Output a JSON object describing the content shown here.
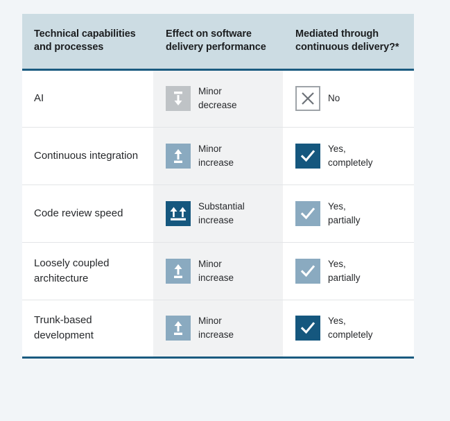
{
  "table": {
    "headers": [
      "Technical capabilities and processes",
      "Effect on software delivery performance",
      "Mediated through continuous delivery?*"
    ],
    "rows": [
      {
        "capability": "AI",
        "effect": {
          "label": "Minor\ndecrease",
          "icon": "arrow-down-decrease-icon",
          "style": "grey"
        },
        "mediated": {
          "label": "No",
          "icon": "cross-icon",
          "style": "outline"
        }
      },
      {
        "capability": "Continuous integration",
        "effect": {
          "label": "Minor\nincrease",
          "icon": "arrow-up-increase-icon",
          "style": "lightblue"
        },
        "mediated": {
          "label": "Yes,\ncompletely",
          "icon": "check-icon",
          "style": "check-dark"
        }
      },
      {
        "capability": "Code review speed",
        "effect": {
          "label": "Substantial\nincrease",
          "icon": "double-arrow-up-increase-icon",
          "style": "darkblue"
        },
        "mediated": {
          "label": "Yes,\npartially",
          "icon": "check-icon",
          "style": "check-light"
        }
      },
      {
        "capability": "Loosely coupled architecture",
        "effect": {
          "label": "Minor\nincrease",
          "icon": "arrow-up-increase-icon",
          "style": "lightblue"
        },
        "mediated": {
          "label": "Yes,\npartially",
          "icon": "check-icon",
          "style": "check-light"
        }
      },
      {
        "capability": "Trunk-based development",
        "effect": {
          "label": "Minor\nincrease",
          "icon": "arrow-up-increase-icon",
          "style": "lightblue"
        },
        "mediated": {
          "label": "Yes,\ncompletely",
          "icon": "check-icon",
          "style": "check-dark"
        }
      }
    ]
  },
  "colors": {
    "header_background": "#ccdce3",
    "accent_rule": "#1a5b80",
    "dark_blue": "#15577e",
    "light_blue": "#8aaac0",
    "grey": "#bfc3c6",
    "outline_grey": "#9ea3a8",
    "effect_column_background": "#f1f2f3",
    "page_background": "#f2f5f8"
  }
}
